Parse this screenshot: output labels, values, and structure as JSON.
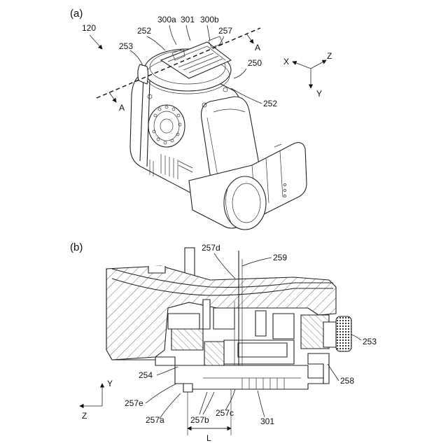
{
  "panels": {
    "a": {
      "label": "(a)",
      "refs": {
        "r120": "120",
        "r252_top": "252",
        "r253": "253",
        "r300a": "300a",
        "r301": "301",
        "r300b": "300b",
        "r257": "257",
        "r250": "250",
        "r252_right": "252",
        "section_A_top": "A",
        "section_A_bottom": "A"
      },
      "axes": {
        "x": "X",
        "y": "Y",
        "z": "Z"
      }
    },
    "b": {
      "label": "(b)",
      "refs": {
        "r257d": "257d",
        "r259": "259",
        "r253": "253",
        "r254": "254",
        "r258": "258",
        "r257e": "257e",
        "r257a": "257a",
        "r257b": "257b",
        "r257c": "257c",
        "r301": "301",
        "dimL": "L"
      },
      "axes": {
        "y": "Y",
        "z": "Z"
      }
    }
  }
}
